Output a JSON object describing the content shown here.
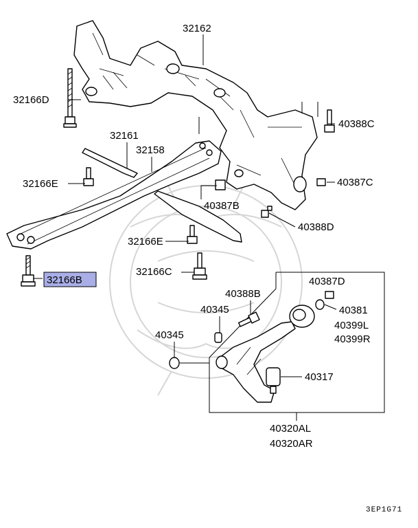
{
  "labels": {
    "l32162": "32162",
    "l32166D": "32166D",
    "l32161": "32161",
    "l32158": "32158",
    "l32166E_top": "32166E",
    "l32166E_mid": "32166E",
    "l32166C": "32166C",
    "l32166B": "32166B",
    "l40388C": "40388C",
    "l40387C": "40387C",
    "l40387B": "40387B",
    "l40388D": "40388D",
    "l40387D": "40387D",
    "l40388B": "40388B",
    "l40345_a": "40345",
    "l40345_b": "40345",
    "l40381": "40381",
    "l40399L": "40399L",
    "l40399R": "40399R",
    "l40317": "40317",
    "l40320AL": "40320AL",
    "l40320AR": "40320AR"
  },
  "diagram_code": "3EP1G71",
  "highlight_color": "#a9aee6"
}
